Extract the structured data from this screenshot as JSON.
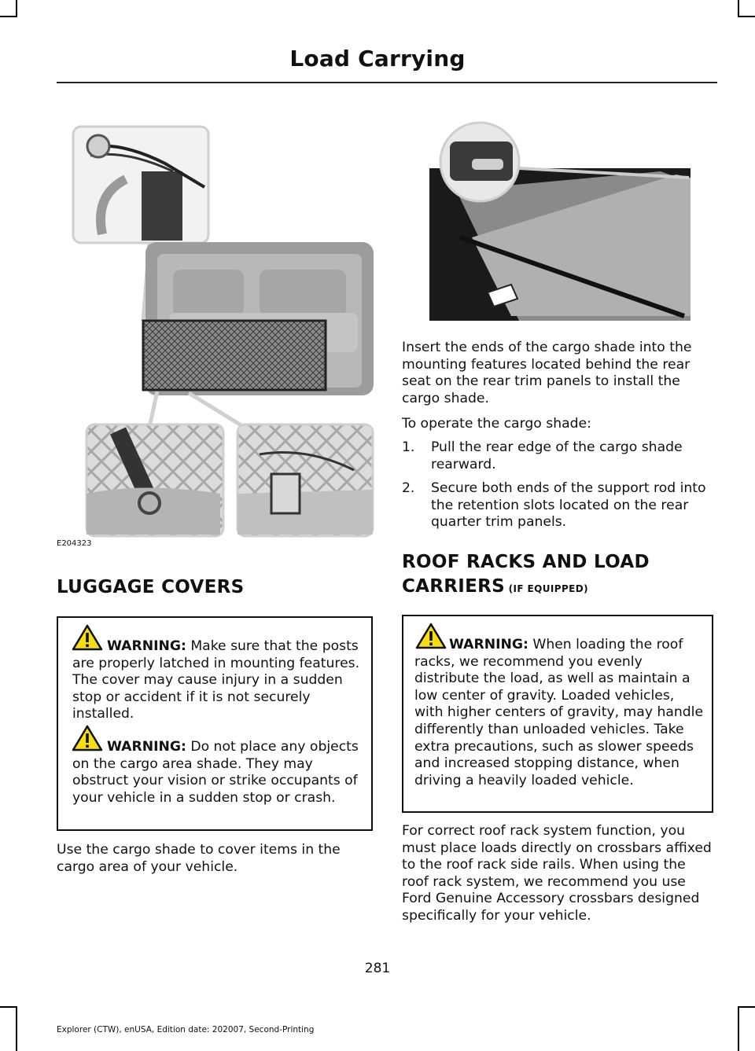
{
  "header": {
    "title": "Load Carrying"
  },
  "figures": {
    "left_caption": "E204323"
  },
  "luggage": {
    "heading": "LUGGAGE COVERS",
    "warnings": [
      {
        "label": "WARNING:",
        "text": " Make sure that the posts are properly latched in mounting features. The cover may cause injury in a sudden stop or accident if it is not securely installed."
      },
      {
        "label": "WARNING:",
        "text": " Do not place any objects on the cargo area shade. They may obstruct your vision or strike occupants of your vehicle in a sudden stop or crash."
      }
    ],
    "body": "Use the cargo shade to cover items in the cargo area of your vehicle."
  },
  "right": {
    "insert_text": "Insert the ends of the cargo shade into the mounting features located behind the rear seat on the rear trim panels to install the cargo shade.",
    "operate_intro": "To operate the cargo shade:",
    "steps": [
      {
        "num": "1.",
        "text": "Pull the rear edge of the cargo shade rearward."
      },
      {
        "num": "2.",
        "text": "Secure both ends of the support rod into the retention slots located on the rear quarter trim panels."
      }
    ],
    "roof_heading_line1": "ROOF RACKS AND LOAD",
    "roof_heading_line2": "CARRIERS",
    "roof_heading_suffix": " (IF EQUIPPED)",
    "roof_warning": {
      "label": "WARNING:",
      "text": " When loading the roof racks, we recommend you evenly distribute the load, as well as maintain a low center of gravity. Loaded vehicles, with higher centers of gravity, may handle differently than unloaded vehicles. Take extra precautions, such as slower speeds and increased stopping distance, when driving a heavily loaded vehicle."
    },
    "roof_body": "For correct roof rack system function, you must place loads directly on crossbars affixed to the roof rack side rails. When using the roof rack system, we recommend you use Ford Genuine Accessory crossbars designed specifically for your vehicle."
  },
  "footer": {
    "page_number": "281",
    "edition": "Explorer (CTW), enUSA, Edition date: 202007, Second-Printing"
  }
}
